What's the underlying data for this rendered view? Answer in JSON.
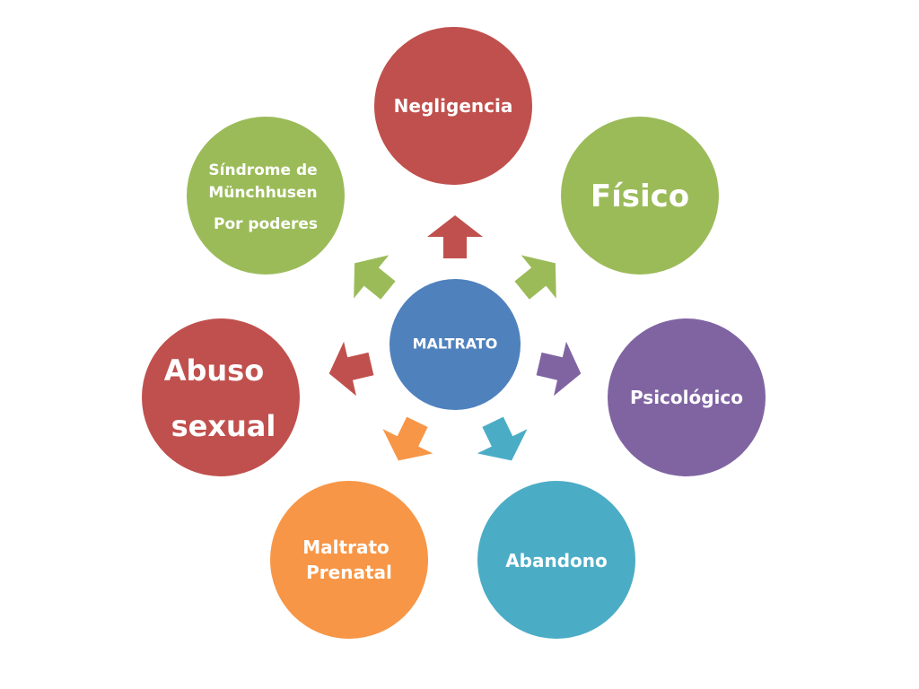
{
  "center": {
    "label": "MALTRATO",
    "color": "#4f81bd"
  },
  "nodes": [
    {
      "id": "negligencia",
      "lines": [
        "Negligencia"
      ],
      "color": "#c0504d"
    },
    {
      "id": "fisico",
      "lines": [
        "Físico"
      ],
      "color": "#9bbb59"
    },
    {
      "id": "psicologico",
      "lines": [
        "Psicológico"
      ],
      "color": "#8064a2"
    },
    {
      "id": "abandono",
      "lines": [
        "Abandono"
      ],
      "color": "#4bacc6"
    },
    {
      "id": "maltrato-prenatal",
      "lines": [
        "Maltrato",
        "Prenatal"
      ],
      "color": "#f79646"
    },
    {
      "id": "abuso-sexual",
      "lines": [
        "Abuso",
        "sexual"
      ],
      "color": "#c0504d"
    },
    {
      "id": "munchhausen",
      "lines": [
        "Síndrome de",
        "Münchhusen",
        "Por poderes"
      ],
      "color": "#9bbb59"
    }
  ]
}
